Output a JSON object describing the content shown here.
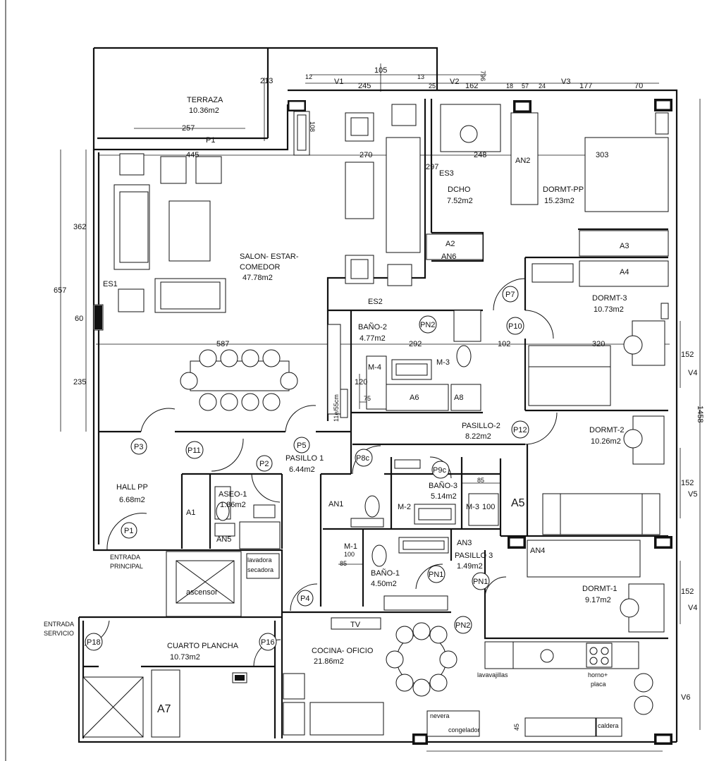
{
  "plan": {
    "rooms": [
      {
        "id": "terraza",
        "name": "TERRAZA",
        "area": "10.36m2"
      },
      {
        "id": "salon",
        "name": "SALON- ESTAR-",
        "name2": "COMEDOR",
        "area": "47.78m2"
      },
      {
        "id": "dcho",
        "name": "DCHO",
        "area": "7.52m2"
      },
      {
        "id": "dormt-pp",
        "name": "DORMT-PP",
        "area": "15.23m2"
      },
      {
        "id": "dormt-3",
        "name": "DORMT-3",
        "area": "10.73m2"
      },
      {
        "id": "bano-2",
        "name": "BAÑO-2",
        "area": "4.77m2"
      },
      {
        "id": "pasillo-2",
        "name": "PASILLO-2",
        "area": "8.22m2"
      },
      {
        "id": "dormt-2",
        "name": "DORMT-2",
        "area": "10.26m2"
      },
      {
        "id": "hall",
        "name": "HALL PP",
        "area": "6.68m2"
      },
      {
        "id": "aseo-1",
        "name": "ASEO-1",
        "area": "1.86m2"
      },
      {
        "id": "pasillo-1",
        "name": "PASILLO 1",
        "area": "6.44m2"
      },
      {
        "id": "bano-3",
        "name": "BAÑO-3",
        "area": "5.14m2"
      },
      {
        "id": "bano-1",
        "name": "BAÑO-1",
        "area": "4.50m2"
      },
      {
        "id": "pasillo-3",
        "name": "PASILLO 3",
        "area": "1.49m2"
      },
      {
        "id": "dormt-1",
        "name": "DORMT-1",
        "area": "9.17m2"
      },
      {
        "id": "cuarto-plancha",
        "name": "CUARTO PLANCHA",
        "area": "10.73m2"
      },
      {
        "id": "cocina",
        "name": "COCINA- OFICIO",
        "area": "21.86m2"
      }
    ],
    "doors": [
      "P1",
      "P2",
      "P3",
      "P4",
      "P5",
      "P7",
      "P8c",
      "P9c",
      "P10",
      "P11",
      "P12",
      "P16",
      "P18",
      "PN1",
      "PN1",
      "PN2",
      "PN2"
    ],
    "elements": {
      "a1": "A1",
      "a2": "A2",
      "a3": "A3",
      "a4": "A4",
      "a5": "A5",
      "a6": "A6",
      "a7": "A7",
      "a8": "A8",
      "an1": "AN1",
      "an2": "AN2",
      "an3": "AN3",
      "an4": "AN4",
      "an5": "AN5",
      "an6": "AN6",
      "es1": "ES1",
      "es2": "ES2",
      "es3": "ES3",
      "m1": "M-1",
      "m2": "M-2",
      "m3": "M-3",
      "m3b": "M-3",
      "m4": "M-4",
      "v1": "V1",
      "v2": "V2",
      "v3": "V3",
      "v4a": "V4",
      "v4b": "V4",
      "v5": "V5",
      "v6": "V6",
      "p1label": "P1",
      "tv": "TV",
      "ascensor": "ascensor",
      "lavadora": "lavadora",
      "secadora": "secadora",
      "lavavajillas": "lavavajillas",
      "horno": "horno+",
      "placa": "placa",
      "nevera": "nevera",
      "congelador": "congelador",
      "caldera": "caldera",
      "entrada_principal": "ENTRADA",
      "entrada_principal2": "PRINCIPAL",
      "entrada_servicio": "ENTRADA",
      "entrada_servicio2": "SERVICIO",
      "sign11e": "11e/55cm"
    },
    "dimensions": {
      "d105": "105",
      "d213": "213",
      "d12": "12",
      "d245": "245",
      "d13": "13",
      "d25": "25",
      "d162": "162",
      "d796": "796",
      "d18": "18",
      "d57": "57",
      "d24": "24",
      "d177": "177",
      "d70": "70",
      "d257": "257",
      "d445": "445",
      "d270": "270",
      "d248": "248",
      "d303": "303",
      "d297": "297",
      "d108": "108",
      "d362": "362",
      "d657": "657",
      "d60": "60",
      "d235": "235",
      "d587": "587",
      "d292": "292",
      "d102": "102",
      "d320": "320",
      "d152a": "152",
      "d152b": "152",
      "d152c": "152",
      "d1458": "1458",
      "d120": "120",
      "d75": "75",
      "d85a": "85",
      "d100a": "100",
      "d85b": "85",
      "d100b": "100",
      "d45": "45"
    }
  }
}
